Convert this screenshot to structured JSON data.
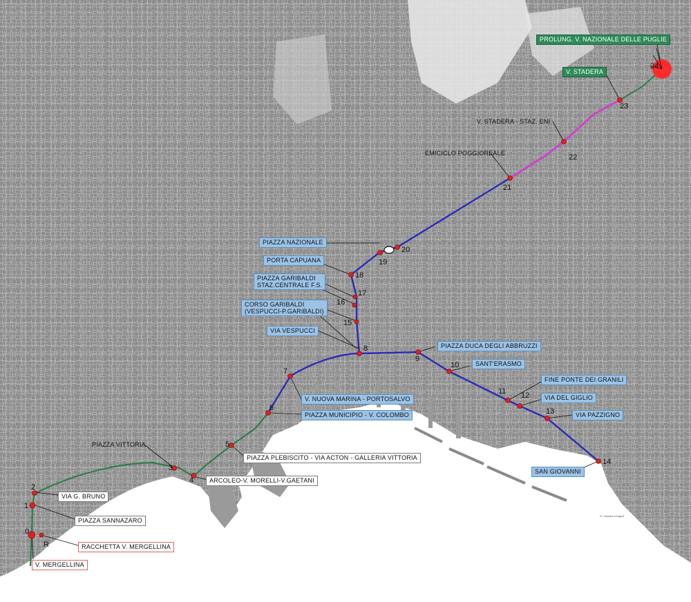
{
  "colors": {
    "city": "#8f8f8f",
    "sea": "#ffffff",
    "route_green": "#2e7d4a",
    "route_blue": "#2b2bb8",
    "route_magenta": "#cc44cc",
    "stop_red": "#e02020",
    "terminal_red": "#ff2a2a"
  },
  "stops": [
    {
      "num": "0"
    },
    {
      "num": "1"
    },
    {
      "num": "2"
    },
    {
      "num": "3"
    },
    {
      "num": "4"
    },
    {
      "num": "5"
    },
    {
      "num": "6"
    },
    {
      "num": "7"
    },
    {
      "num": "8"
    },
    {
      "num": "9"
    },
    {
      "num": "10"
    },
    {
      "num": "11"
    },
    {
      "num": "12"
    },
    {
      "num": "13"
    },
    {
      "num": "14"
    },
    {
      "num": "15"
    },
    {
      "num": "16"
    },
    {
      "num": "17"
    },
    {
      "num": "18"
    },
    {
      "num": "19"
    },
    {
      "num": "20"
    },
    {
      "num": "21"
    },
    {
      "num": "22"
    },
    {
      "num": "23"
    },
    {
      "num": "24"
    },
    {
      "num": "R"
    }
  ],
  "labels": {
    "prolung": "PROLUNG. V. NAZIONALE DELLE PUGLIE",
    "stadera": "V. STADERA",
    "stadera_stazione": "V. STADERA - STAZ. ENI",
    "emiciclo": "EMICICLO POGGIOREALE",
    "piazza_nazionale": "PIAZZA NAZIONALE",
    "porta_capuana": "PORTA CAPUANA",
    "garibaldi_1": "PIAZZA GARIBALDI",
    "garibaldi_2": "STAZ.CENTRALE F.S.",
    "corso_garibaldi_1": "CORSO GARIBALDI",
    "corso_garibaldi_2": "(VESPUCCI-P.GARIBALDI)",
    "via_vespucci": "VIA VESPUCCI",
    "duca_abruzzi": "PIAZZA DUCA DEGLI ABBRUZZI",
    "santerasmo": "SANT'ERASMO",
    "fine_ponte": "FINE PONTE DEI GRANILI",
    "via_giglio": "VIA DEL GIGLIO",
    "via_pazzigno": "VIA PAZZIGNO",
    "san_giovanni": "SAN GIOVANNI",
    "nuova_marina": "V. NUOVA MARINA - PORTOSALVO",
    "municipio": "PIAZZA MUNICIPIO - V. COLOMBO",
    "plebiscito": "PIAZZA PLEBISCITO - VIA ACTON - GALLERIA VITTORIA",
    "piazza_vittoria": "PIAZZA VITTORIA",
    "arcoleo": "ARCOLEO-V. MORELLI-V.GAETANI",
    "via_bruno": "VIA G. BRUNO",
    "sannazaro": "PIAZZA SANNAZARO",
    "racchetta": "RACCHETTA V. MERGELLINA",
    "mergellina": "V. MERGELLINA"
  },
  "credit": "G. Viscardi a Napoli"
}
